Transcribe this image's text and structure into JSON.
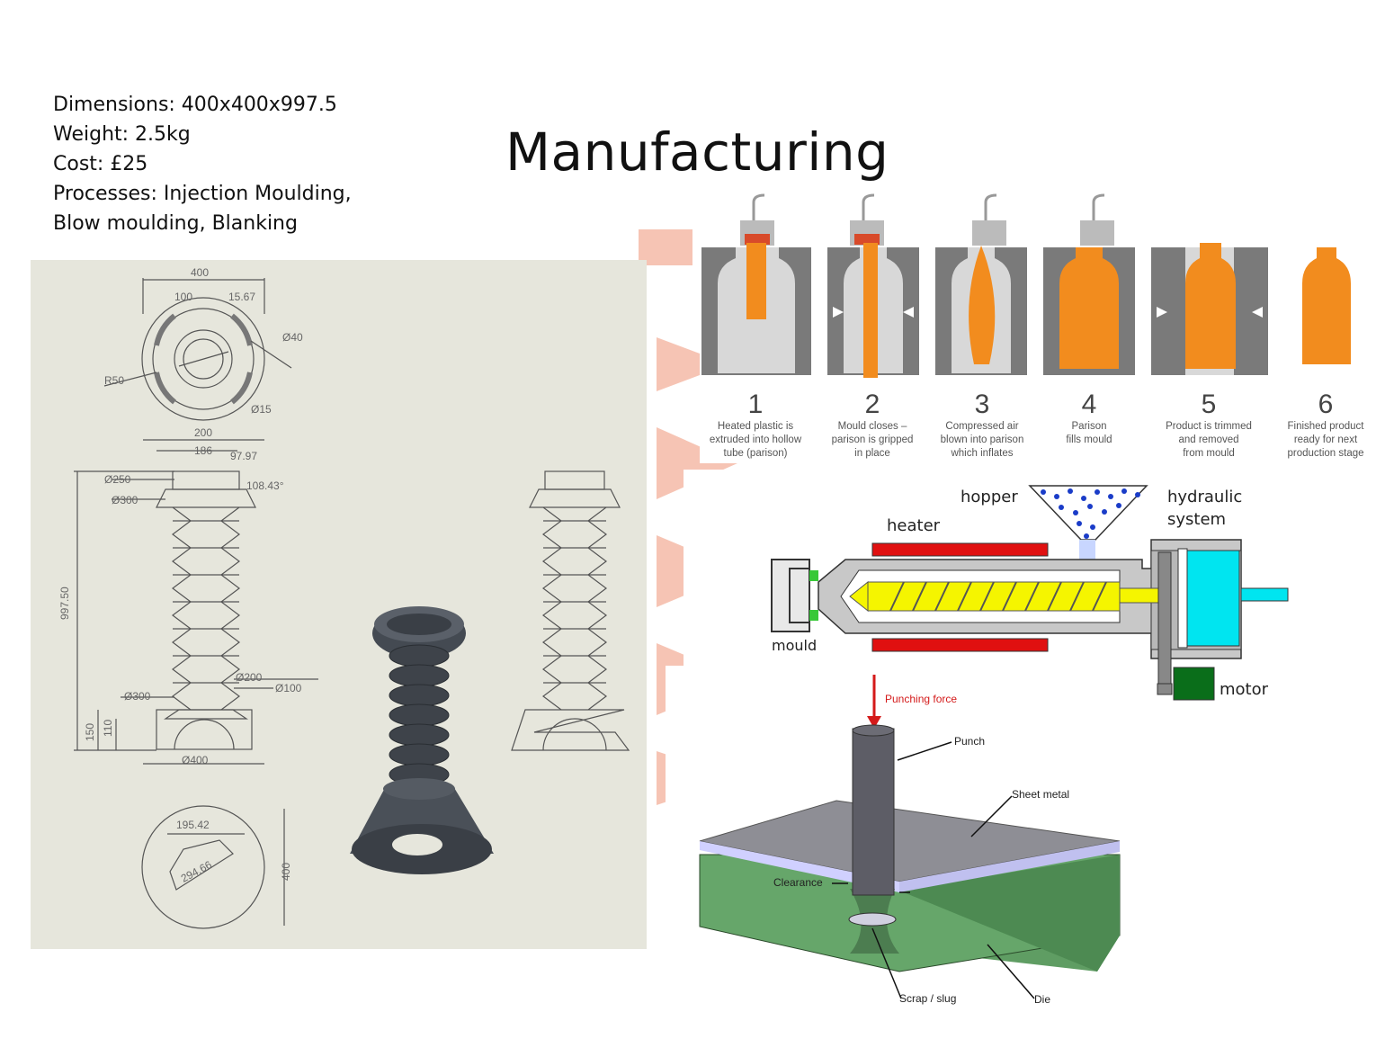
{
  "specs": {
    "dimensions": "Dimensions: 400x400x997.5",
    "weight": "Weight: 2.5kg",
    "cost": "Cost: £25",
    "processes_line1": "Processes: Injection Moulding,",
    "processes_line2": "Blow moulding, Blanking"
  },
  "title": "Manufacturing",
  "drawing": {
    "dims": {
      "top_width": "400",
      "d100": "100",
      "d15_67": "15.67",
      "phi40": "Ø40",
      "r50": "R50",
      "phi15": "Ø15",
      "w200": "200",
      "w186": "186",
      "a97": "97.97",
      "a108": "108.43°",
      "phi250": "Ø250",
      "phi300_top": "Ø300",
      "height": "997.50",
      "phi200": "Ø200",
      "phi100": "Ø100",
      "phi300_bottom": "Ø300",
      "h150": "150",
      "h110": "110",
      "phi400": "Ø400",
      "d195": "195.42",
      "d294": "294.66",
      "side400": "400"
    }
  },
  "blow_moulding": {
    "steps": [
      {
        "num": "1",
        "line1": "Heated plastic is",
        "line2": "extruded into hollow",
        "line3": "tube (parison)"
      },
      {
        "num": "2",
        "line1": "Mould closes –",
        "line2": "parison is gripped",
        "line3": "in place"
      },
      {
        "num": "3",
        "line1": "Compressed air",
        "line2": "blown into parison",
        "line3": "which inflates"
      },
      {
        "num": "4",
        "line1": "Parison",
        "line2": "fills mould",
        "line3": ""
      },
      {
        "num": "5",
        "line1": "Product is trimmed",
        "line2": "and removed",
        "line3": "from mould"
      },
      {
        "num": "6",
        "line1": "Finished product",
        "line2": "ready for next",
        "line3": "production stage"
      }
    ],
    "colors": {
      "plastic": "#f28c1e",
      "mould": "#7a7a7a",
      "mould_inner": "#d8d8d8"
    }
  },
  "injection_moulding": {
    "labels": {
      "hopper": "hopper",
      "heater": "heater",
      "hydraulic": "hydraulic",
      "system": "system",
      "mould": "mould",
      "motor": "motor"
    },
    "colors": {
      "heater": "#e01010",
      "screw": "#f5f500",
      "cylinder": "#00e5f0",
      "motor": "#0a6e1a",
      "hopper_pellets": "#1a3cc8"
    }
  },
  "blanking": {
    "labels": {
      "force": "Punching force",
      "punch": "Punch",
      "sheet": "Sheet metal",
      "clearance": "Clearance",
      "slug": "Scrap / slug",
      "die": "Die"
    },
    "colors": {
      "force": "#d41a1a",
      "punch": "#5d5d66",
      "sheet": "#8e8e95",
      "die": "#66a66a"
    }
  }
}
